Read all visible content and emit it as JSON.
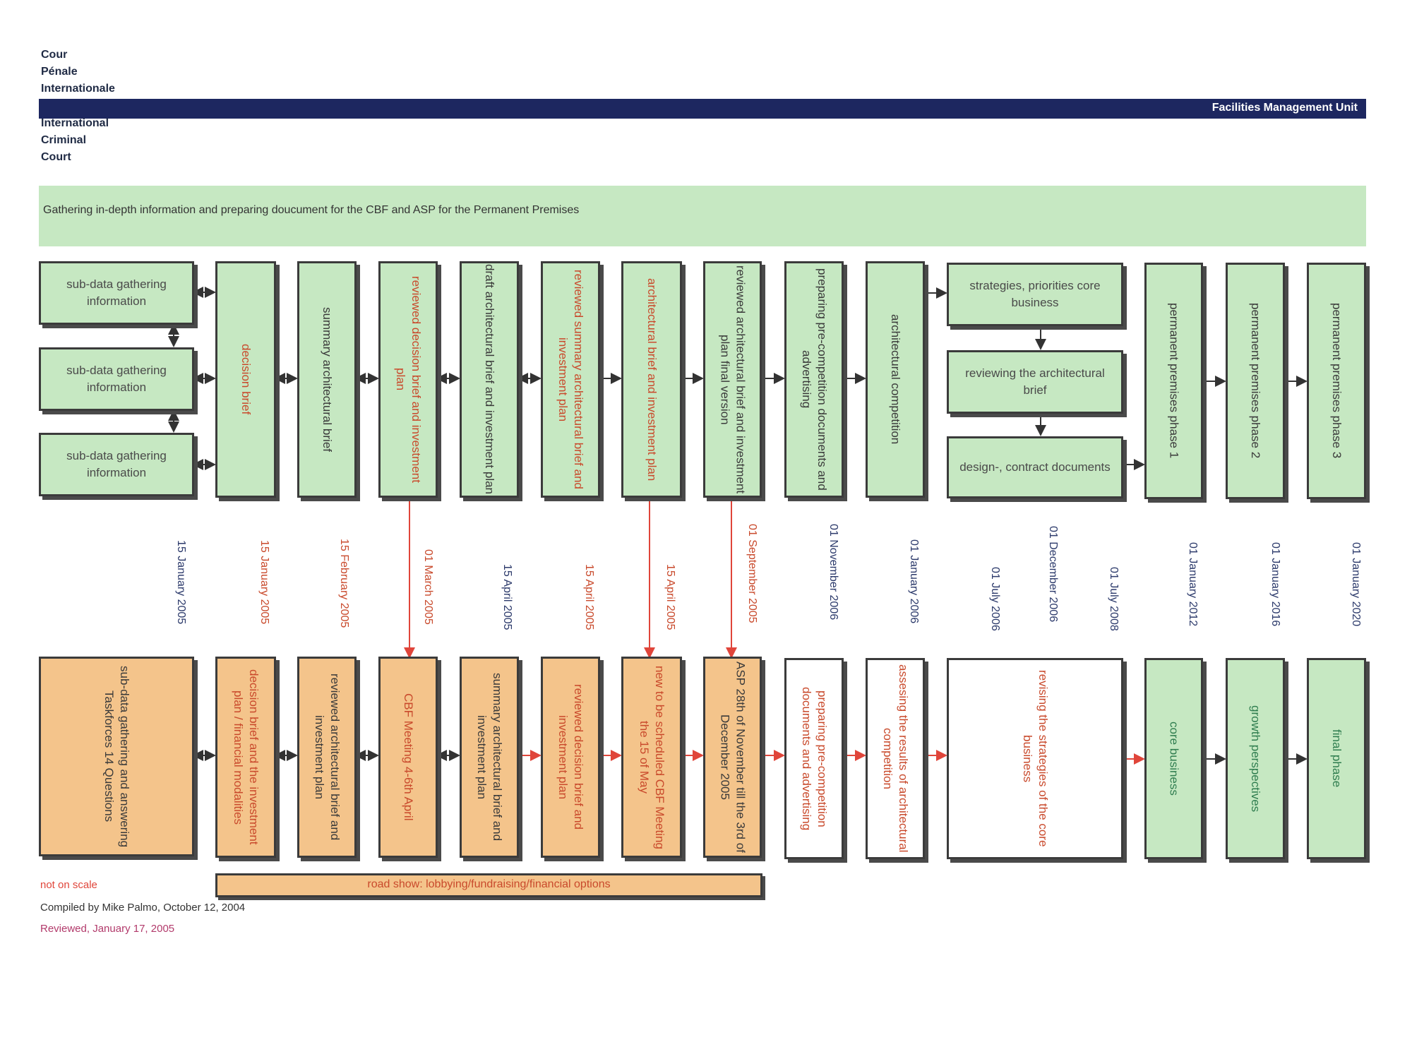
{
  "header": {
    "org_fr": [
      "Cour",
      "Pénale",
      "Internationale"
    ],
    "org_en": [
      "International",
      "Criminal",
      "Court"
    ],
    "unit": "Facilities Management Unit"
  },
  "banner": "Gathering in-depth information and preparing doucument for the CBF and ASP for the Permanent Premises",
  "top_row": {
    "subdata": [
      "sub-data gathering information",
      "sub-data gathering information",
      "sub-data gathering information"
    ],
    "steps": [
      "decision brief",
      "summary architectural brief",
      "reviewed decision brief and investment plan",
      "draft architectural brief and investment plan",
      "reviewed summary architectural brief and investment plan",
      "architectural brief and investment plan",
      "reviewed architectural brief and investment plan final version",
      "preparing pre-competition documents and advertising",
      "architectural competition"
    ],
    "stack": [
      "strategies, priorities core business",
      "reviewing the architectural brief",
      "design-, contract documents"
    ],
    "phases": [
      "permanent premises phase 1",
      "permanent premises phase 2",
      "permanent premises phase 3"
    ]
  },
  "dates": [
    "15 January 2005",
    "15 January 2005",
    "15 February 2005",
    "01 March 2005",
    "15 April 2005",
    "15 April 2005",
    "15 April 2005",
    "01 September 2005",
    "01 November 2006",
    "01 January 2006",
    "01 July 2006",
    "01 December 2006",
    "01 July 2008",
    "01 January 2012",
    "01 January 2016",
    "01 January 2020"
  ],
  "bottom_row": [
    "sub-data gathering and answering Taskforces 14 Questions",
    "decision brief and the investment plan / financial modalities",
    "reviewed architectural brief and investment plan",
    "CBF Meeting 4-6th April",
    "summary architectural brief and investment plan",
    "reviewed decision brief and investment plan",
    "new to be scheduled CBF Meeting the 15 of May",
    "ASP 28th of November till the 3rd of December 2005",
    "preparing pre-competition documents and advertising",
    "assesing the results of architectural competition",
    "revising the strategies of the core business",
    "core business",
    "growth perspectives",
    "final phase"
  ],
  "footer": {
    "road_show": "road show: lobbying/fundraising/financial options",
    "not_on_scale": "not on scale",
    "compiled": "Compiled by Mike Palmo, October 12, 2004",
    "reviewed": "Reviewed, January 17, 2005"
  },
  "colors": {
    "navy": "#1d2760",
    "green": "#c6e8c2",
    "orange": "#f4c48b",
    "red": "#c94a2c",
    "border": "#3b3b3b"
  }
}
